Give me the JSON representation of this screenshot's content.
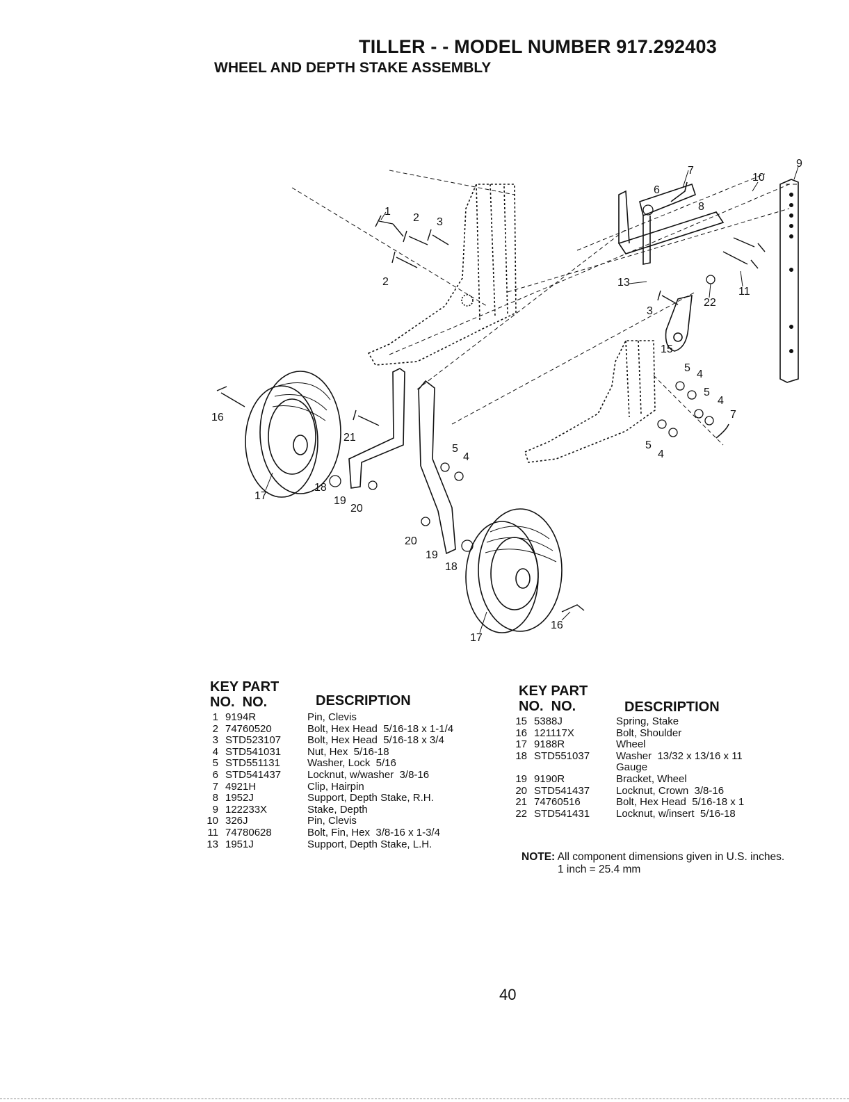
{
  "title": "TILLER - - MODEL NUMBER 917.292403",
  "subtitle": "WHEEL AND DEPTH STAKE ASSEMBLY",
  "diagram": {
    "callouts": [
      "1",
      "2",
      "3",
      "2",
      "3",
      "6",
      "7",
      "8",
      "9",
      "10",
      "11",
      "13",
      "22",
      "15",
      "5",
      "4",
      "5",
      "4",
      "7",
      "5",
      "4",
      "16",
      "21",
      "5",
      "4",
      "17",
      "18",
      "19",
      "20",
      "20",
      "19",
      "18",
      "17",
      "16"
    ]
  },
  "table_left": {
    "header_key": "KEY PART",
    "header_no": "NO.  NO.",
    "header_desc": "DESCRIPTION",
    "rows": [
      {
        "key": "1",
        "part": "9194R",
        "desc": "Pin, Clevis"
      },
      {
        "key": "2",
        "part": "74760520",
        "desc": "Bolt, Hex Head  5/16-18 x 1-1/4"
      },
      {
        "key": "3",
        "part": "STD523107",
        "desc": "Bolt, Hex Head  5/16-18 x 3/4"
      },
      {
        "key": "4",
        "part": "STD541031",
        "desc": "Nut, Hex  5/16-18"
      },
      {
        "key": "5",
        "part": "STD551131",
        "desc": "Washer, Lock  5/16"
      },
      {
        "key": "6",
        "part": "STD541437",
        "desc": "Locknut, w/washer  3/8-16"
      },
      {
        "key": "7",
        "part": "4921H",
        "desc": "Clip, Hairpin"
      },
      {
        "key": "8",
        "part": "1952J",
        "desc": "Support, Depth Stake, R.H."
      },
      {
        "key": "9",
        "part": "122233X",
        "desc": "Stake, Depth"
      },
      {
        "key": "10",
        "part": "326J",
        "desc": "Pin, Clevis"
      },
      {
        "key": "11",
        "part": "74780628",
        "desc": "Bolt, Fin, Hex  3/8-16 x 1-3/4"
      },
      {
        "key": "13",
        "part": "1951J",
        "desc": "Support, Depth Stake, L.H."
      }
    ]
  },
  "table_right": {
    "header_key": "KEY PART",
    "header_no": "NO.  NO.",
    "header_desc": "DESCRIPTION",
    "rows": [
      {
        "key": "15",
        "part": "5388J",
        "desc": "Spring, Stake"
      },
      {
        "key": "16",
        "part": "121117X",
        "desc": "Bolt, Shoulder"
      },
      {
        "key": "17",
        "part": "9188R",
        "desc": "Wheel"
      },
      {
        "key": "18",
        "part": "STD551037",
        "desc": "Washer  13/32 x 13/16 x 11"
      },
      {
        "key": "",
        "part": "",
        "desc": "Gauge"
      },
      {
        "key": "19",
        "part": "9190R",
        "desc": "Bracket, Wheel"
      },
      {
        "key": "20",
        "part": "STD541437",
        "desc": "Locknut, Crown  3/8-16"
      },
      {
        "key": "21",
        "part": "74760516",
        "desc": "Bolt, Hex Head  5/16-18 x 1"
      },
      {
        "key": "22",
        "part": "STD541431",
        "desc": "Locknut, w/insert  5/16-18"
      }
    ]
  },
  "note": {
    "label": "NOTE:",
    "text": "All component dimensions given in U.S. inches.",
    "conversion": "1 inch = 25.4 mm"
  },
  "page_number": "40"
}
